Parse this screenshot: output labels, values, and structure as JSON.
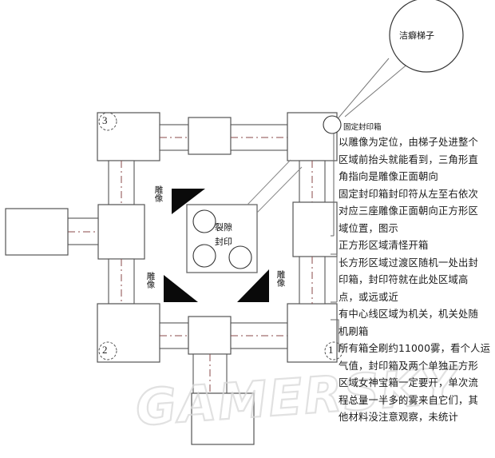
{
  "diagram": {
    "title_circle": {
      "label": "洁癖梯子"
    },
    "fixed_seal_box": {
      "label": "固定封印箱"
    },
    "center_room": {
      "label_line1": "裂隙",
      "label_line2": "封印"
    },
    "statues": [
      {
        "id": "statue-top-left",
        "label": "雕像"
      },
      {
        "id": "statue-bottom-left",
        "label": "雕像"
      },
      {
        "id": "statue-bottom-right",
        "label": "雕像"
      }
    ],
    "corner_numbers": [
      {
        "id": "corner-3",
        "label": "3"
      },
      {
        "id": "corner-2",
        "label": "2"
      },
      {
        "id": "corner-1",
        "label": "1"
      }
    ],
    "watermark": "GAMERSKY",
    "colors": {
      "stroke": "#555555",
      "stroke_dark": "#1a1a1a",
      "fill": "#ffffff",
      "watermark": "#d8d8d8",
      "text": "#111111"
    }
  },
  "notes": {
    "lines": [
      "以雕像为定位，由梯子处进整个",
      "区域前抬头就能看到，三角形直",
      "角指向是雕像正面朝向",
      "固定封印箱封印符从左至右依次",
      "对应三座雕像正面朝向正方形区",
      "域位置，图示",
      "正方形区域清怪开箱",
      "长方形区域过渡区随机一处出封",
      "印箱，封印符就在此处区域高",
      "点，或远或近",
      "有中心线区域为机关，机关处随",
      "机刷箱",
      "所有箱全刷约11000雾，看个人运",
      "气值，封印箱及两个单独正方形",
      "区域女神宝箱一定要开，单次流",
      "程总量一半多的雾来自它们，其",
      "他材料没注意观察，未统计"
    ]
  }
}
